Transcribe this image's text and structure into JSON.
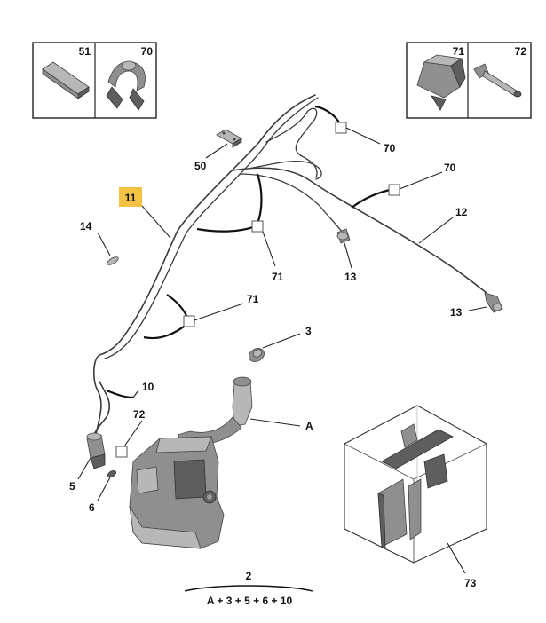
{
  "labels": {
    "inset_left_a": "51",
    "inset_left_b": "70",
    "inset_right_a": "71",
    "inset_right_b": "72",
    "clip_70_top": "70",
    "clip_50": "50",
    "clip_70_mid": "70",
    "highlight_11": "11",
    "hose_12": "12",
    "item_14": "14",
    "clip_71_a": "71",
    "nozzle_13_a": "13",
    "nozzle_13_b": "13",
    "clip_71_b": "71",
    "cap_3": "3",
    "hose_10": "10",
    "rivet_72": "72",
    "reservoir_A": "A",
    "pump_5": "5",
    "seal_6": "6",
    "kit_73": "73",
    "assembly_2": "2",
    "formula": "A + 3 + 5 + 6 + 10"
  },
  "colors": {
    "highlight": "#f5c244",
    "line": "#222222",
    "part_grey": "#8f8f8f"
  }
}
